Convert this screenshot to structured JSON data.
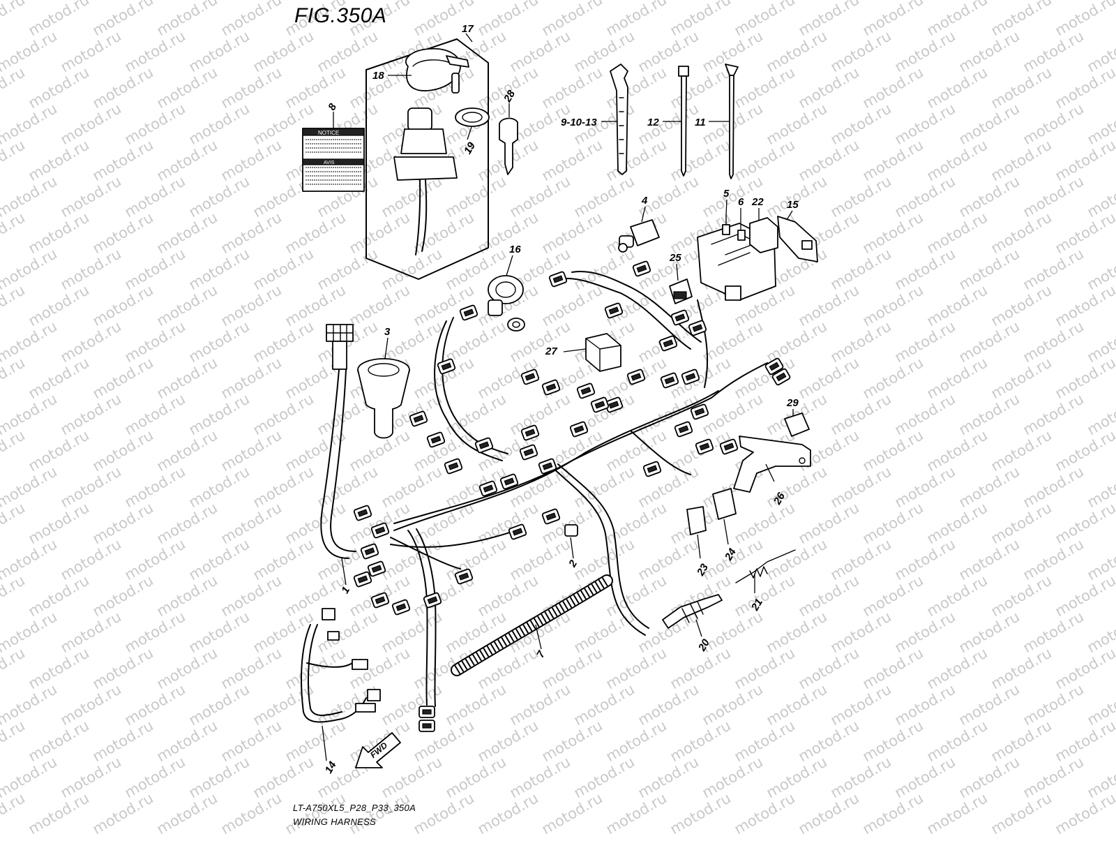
{
  "figure": {
    "title": "FIG.350A",
    "model_code": "LT-A750XL5_P28_P33_350A",
    "caption": "WIRING HARNESS"
  },
  "watermark": {
    "text": "motod.ru",
    "color": "#c9c9c9"
  },
  "label_text": {
    "notice": "NOTICE",
    "avis": "AVIS",
    "fwd": "FWD"
  },
  "callouts": {
    "c1": "1",
    "c2": "2",
    "c3": "3",
    "c4": "4",
    "c5": "5",
    "c6": "6",
    "c7": "7",
    "c8": "8",
    "c9_10_13": "9-10-13",
    "c11": "11",
    "c12": "12",
    "c14": "14",
    "c15": "15",
    "c16": "16",
    "c17": "17",
    "c18": "18",
    "c19": "19",
    "c20": "20",
    "c21": "21",
    "c22": "22",
    "c23": "23",
    "c24": "24",
    "c25": "25",
    "c26": "26",
    "c27": "27",
    "c28": "28",
    "c29": "29"
  }
}
